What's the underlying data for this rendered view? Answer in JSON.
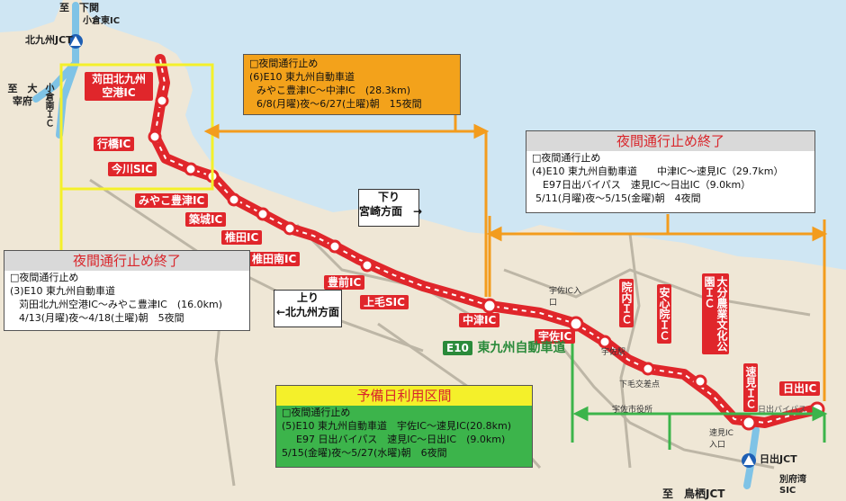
{
  "colors": {
    "sea": "#cfe6f3",
    "land": "#efe7d6",
    "route": "#e0262b",
    "connecting_road": "#7fc3e6",
    "yellow": "#f4f02a",
    "orange": "#f39c1d",
    "green": "#3cb44b"
  },
  "places": {
    "to_shimonoseki": "至　下関",
    "kokura_higashi_ic": "小倉東IC",
    "kitakyushu_jct": "北九州JCT",
    "to_dazaifu": "至　大宰府",
    "kokura_minami_ic": "小倉南ＩＣ",
    "to_hayami": "至　鳥栖JCT",
    "hiji_jct": "日出JCT",
    "beppuwan_sic": "別府湾SIC",
    "hayami_entrance": "速見IC入口",
    "usa_entrance": "宇佐IC入口",
    "shimogemuke": "下毛交差点",
    "usa_city_hall": "宇佐市役所",
    "usa_station": "宇佐駅"
  },
  "ics": {
    "kanda_airport": "苅田北九州空港IC",
    "yukuhashi": "行橋IC",
    "imagawa": "今川SIC",
    "miyako_toyotsu": "みやこ豊津IC",
    "chikujo": "築城IC",
    "shiida": "椎田IC",
    "shiida_minami": "椎田南IC",
    "buzen": "豊前IC",
    "kouge": "上毛SIC",
    "nakatsu": "中津IC",
    "usa": "宇佐IC",
    "innai": "院内ＩＣ",
    "ajimu": "安心院ＩＣ",
    "oita_nousou": "大分農業文化公園ＩＣ",
    "hayami": "速見ＩＣ",
    "hiji": "日出IC"
  },
  "route_labels": {
    "route_number": "E10",
    "route_name": "東九州自動車道",
    "hiji_bypass": "日出バイパス"
  },
  "directions": {
    "down": "下り\n宮崎方面　→",
    "up": "上り\n←北九州方面"
  },
  "closure_boxes": {
    "section3": {
      "title": "夜間通行止め終了",
      "lines": [
        "□夜間通行止め",
        "(3)E10 東九州自動車道",
        "苅田北九州空港IC～みやこ豊津IC　(16.0km)",
        "4/13(月曜)夜～4/18(土曜)朝　5夜間"
      ]
    },
    "section6": {
      "title": "",
      "lines": [
        "□夜間通行止め",
        "(6)E10 東九州自動車道",
        "みやこ豊津IC～中津IC　(28.3km)",
        "6/8(月曜)夜～6/27(土曜)朝　15夜間"
      ]
    },
    "section4": {
      "title": "夜間通行止め終了",
      "lines": [
        "□夜間通行止め",
        "(4)E10 東九州自動車道　　中津IC～速見IC（29.7km）",
        "E97日出バイパス　速見IC～日出IC（9.0km）",
        "5/11(月曜)夜～5/15(金曜)朝　4夜間"
      ]
    },
    "section5": {
      "title": "予備日利用区間",
      "lines": [
        "□夜間通行止め",
        "(5)E10 東九州自動車道　宇佐IC～速見IC(20.8km)",
        "E97 日出バイパス　速見IC～日出IC　(9.0km)",
        "5/15(金曜)夜～5/27(水曜)朝　6夜間"
      ]
    }
  }
}
